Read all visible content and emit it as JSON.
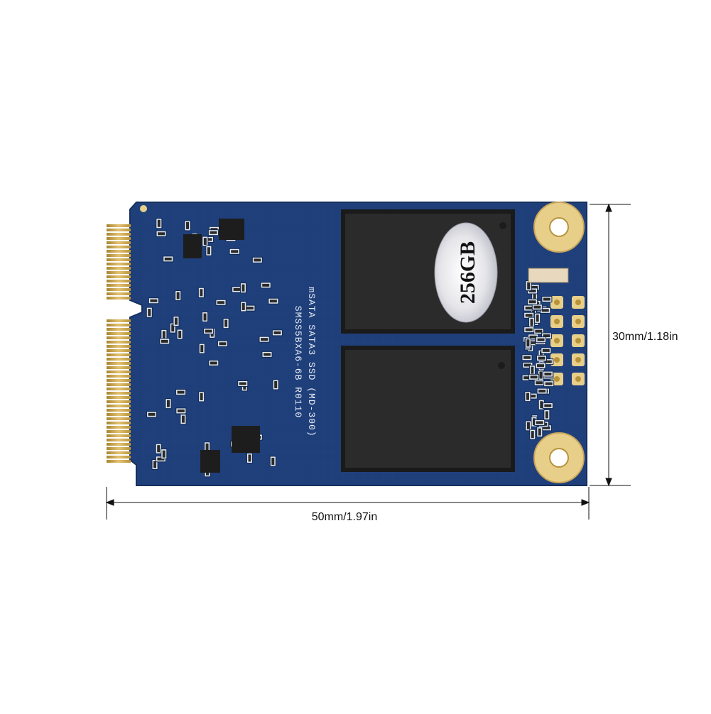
{
  "product": {
    "capacity_sticker": "256GB",
    "silkscreen_line1": "mSATA SATA3 SSD (MD-300)",
    "silkscreen_line2": "SMSS5BXA6-6B R0110"
  },
  "dimensions": {
    "width_label": "50mm/1.97in",
    "height_label": "30mm/1.18in"
  },
  "colors": {
    "pcb_blue": "#1f3f7a",
    "pcb_blue_dark": "#16305e",
    "gold_contact": "#c9a24a",
    "chip_black": "#2b2b2b",
    "mount_pad": "#e7cf8a"
  }
}
